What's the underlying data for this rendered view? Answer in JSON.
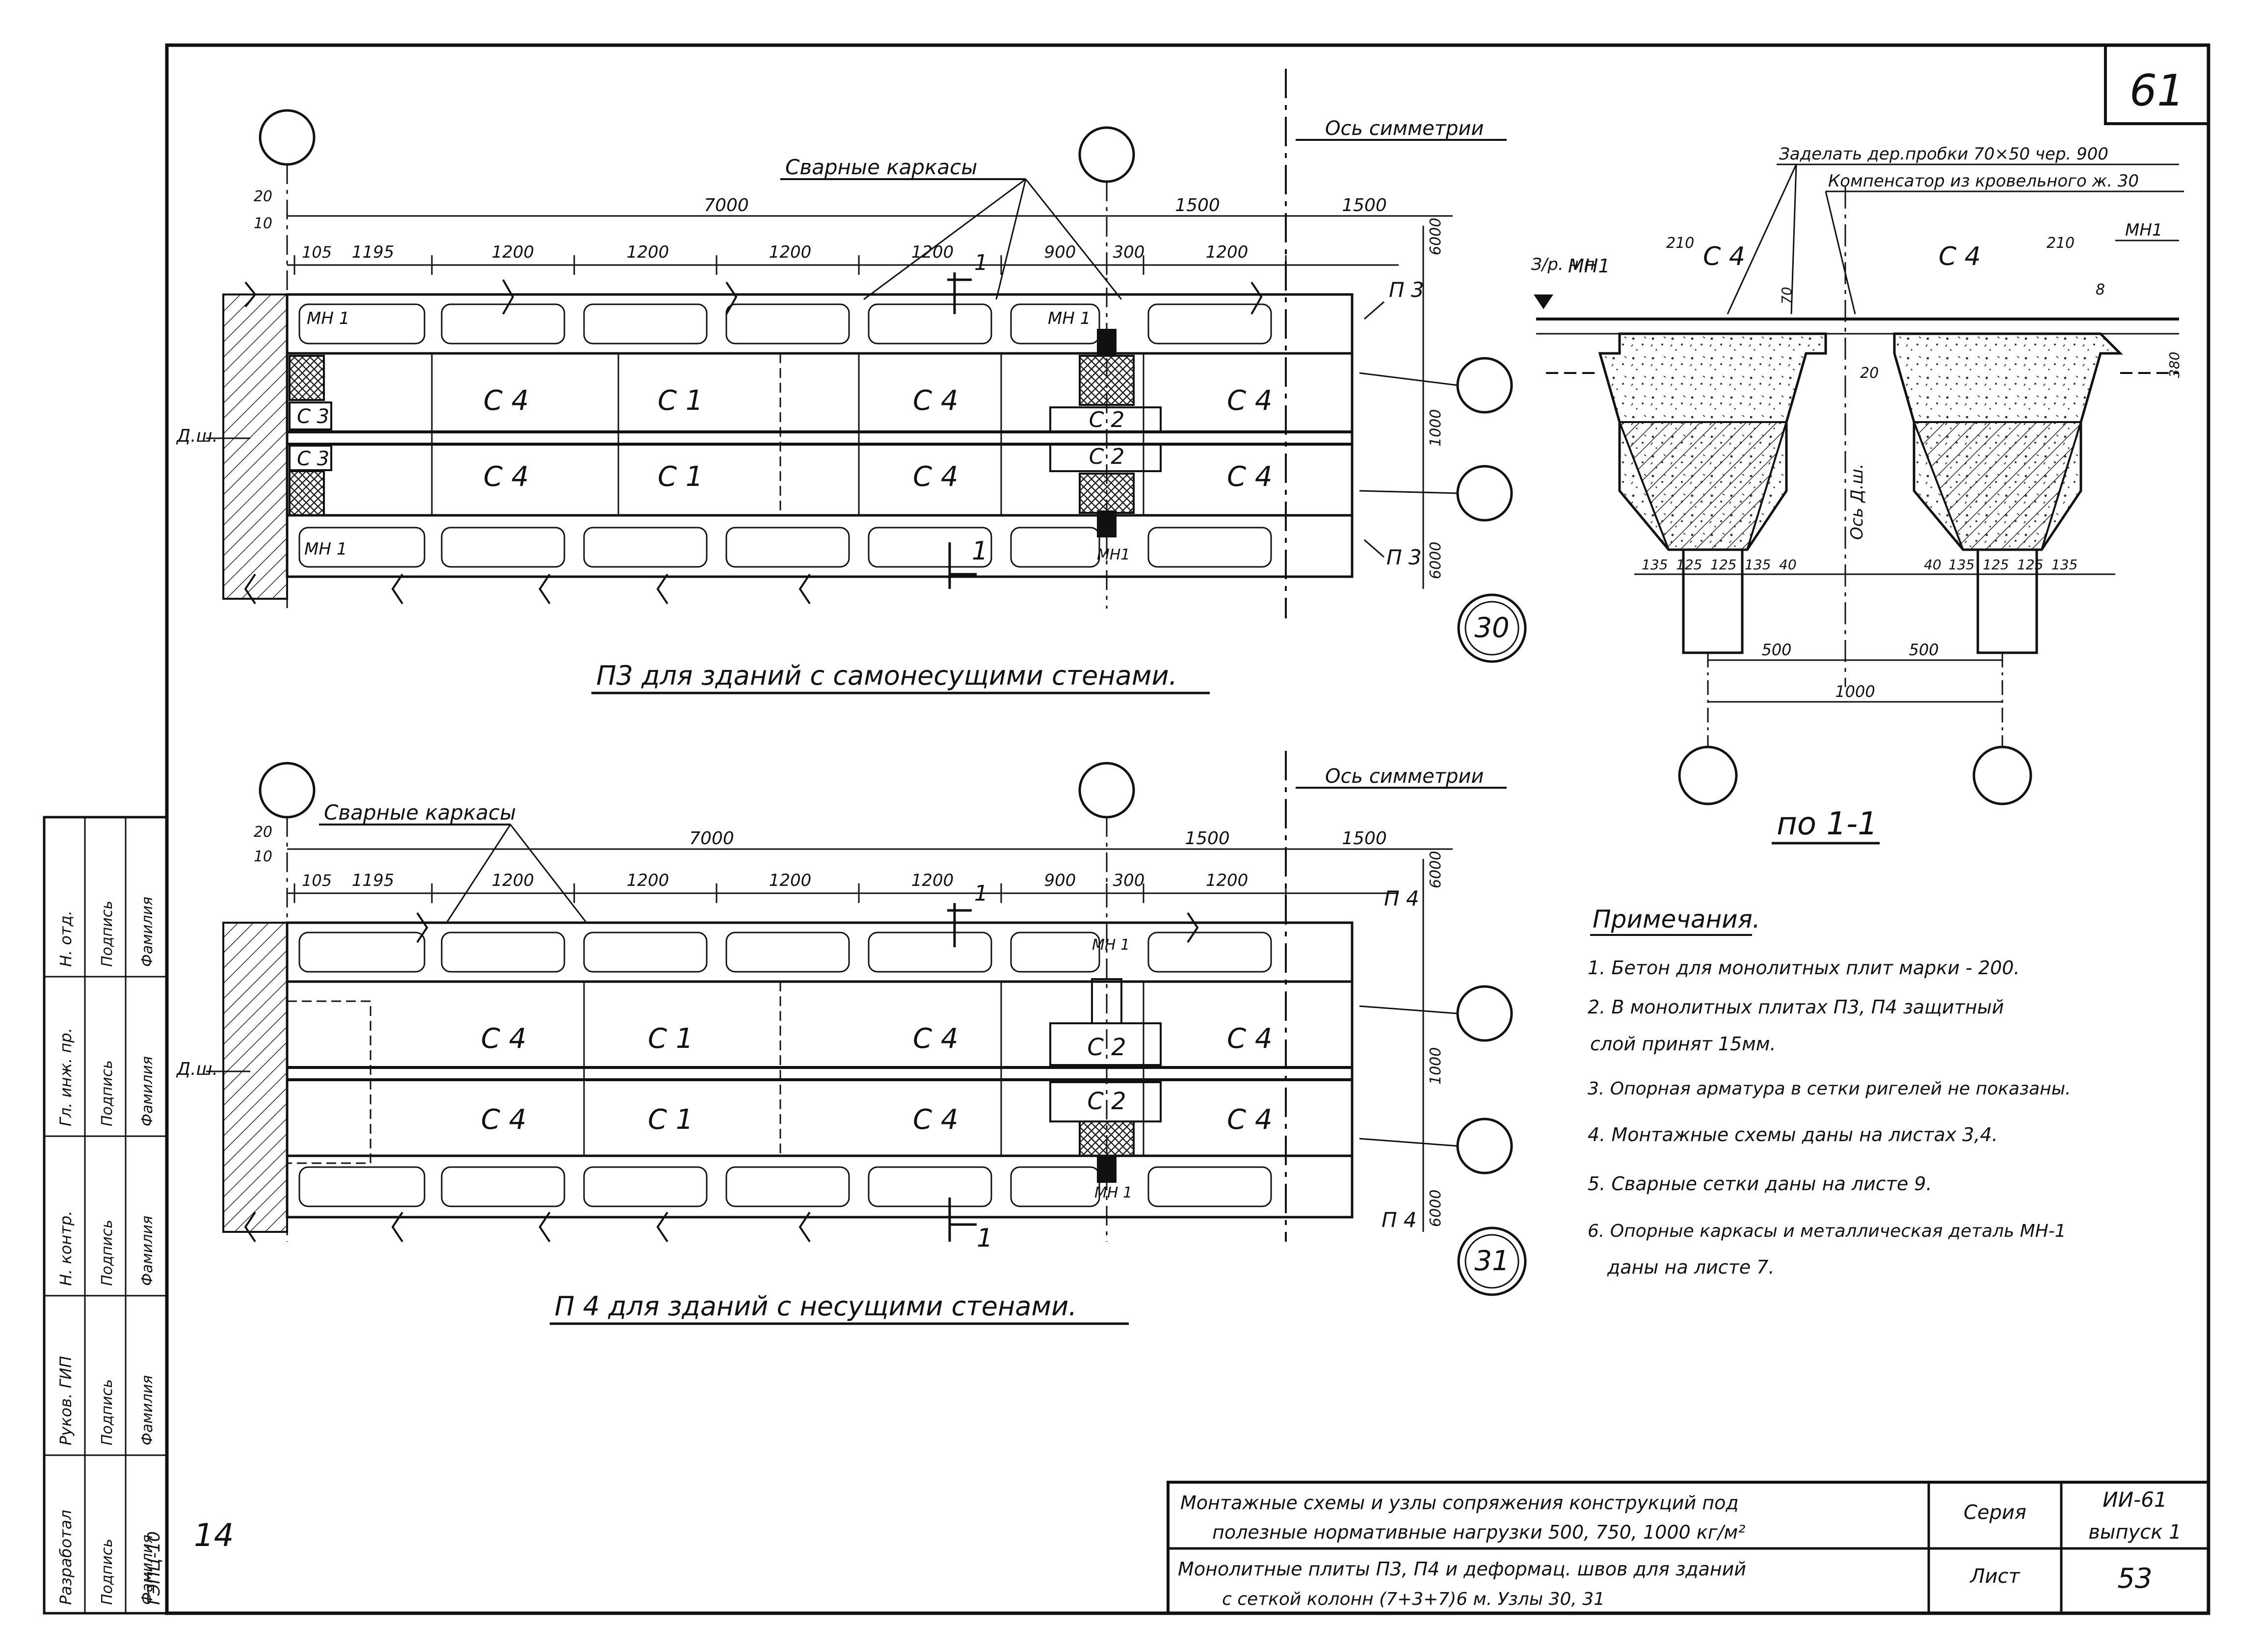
{
  "sheet": {
    "number": "61",
    "page_number": "14",
    "side_code": "ГЭПЦ-10"
  },
  "plan30": {
    "title": "П3 для зданий с самонесущими стенами.",
    "frames_label": "Сварные каркасы",
    "axis_label": "Ось симметрии",
    "dims_top": [
      "7000",
      "1500",
      "1500"
    ],
    "dims_row": [
      "105",
      "1195",
      "1200",
      "1200",
      "1200",
      "1200",
      "900",
      "300",
      "1200"
    ],
    "left_dims": [
      "20",
      "10"
    ],
    "wall_label": "Д.ш.",
    "elem_mn1_a": "МН 1",
    "elem_mn1_b": "МН 1",
    "elem_mn1_c": "МН 1",
    "elem_mn1_d": "МН1",
    "elem_p3_a": "П 3",
    "elem_p3_b": "П 3",
    "slab_labels": [
      "С 4",
      "С 1",
      "С 4",
      "С 4",
      "С 1",
      "С 4",
      "С 4",
      "С 4"
    ],
    "c3_a": "С 3",
    "c3_b": "С 3",
    "c2_a": "С 2",
    "c2_b": "С 2",
    "right_dims": [
      "6000",
      "1000",
      "6000"
    ],
    "section_mark": "1",
    "node": "30"
  },
  "plan31": {
    "title": "П 4 для зданий с несущими стенами.",
    "frames_label": "Сварные каркасы",
    "axis_label": "Ось симметрии",
    "dims_top": [
      "7000",
      "1500",
      "1500"
    ],
    "dims_row": [
      "105",
      "1195",
      "1200",
      "1200",
      "1200",
      "1200",
      "900",
      "300",
      "1200"
    ],
    "left_dims": [
      "20",
      "10"
    ],
    "wall_label": "Д.ш.",
    "elem_mn1_a": "МН 1",
    "elem_mn1_b": "МН 1",
    "elem_p4_a": "П 4",
    "elem_p4_b": "П 4",
    "slab_labels": [
      "С 4",
      "С 1",
      "С 4",
      "С 4",
      "С 4",
      "С 1",
      "С 4",
      "С 4"
    ],
    "c2_a": "С 2",
    "c2_b": "С 2",
    "right_dims": [
      "6000",
      "1000",
      "6000"
    ],
    "section_mark": "1",
    "node": "31"
  },
  "section": {
    "title": "по 1-1",
    "note_top_1": "Заделать дер.пробки 70×50 чер. 900",
    "note_top_2": "Компенсатор из кровельного ж. 30",
    "label_level": "З/р. ч.п",
    "label_mn1_left": "МН1",
    "label_mn1_right": "МН1",
    "label_c4_left": "С 4",
    "label_c4_right": "С 4",
    "dim_210_left": "210",
    "dim_210_right": "210",
    "dim_70": "70",
    "dim_20": "20",
    "dim_8": "8",
    "dim_380": "380",
    "axis_label": "Ось Д.ш.",
    "bottom_dims": [
      "135",
      "125",
      "125",
      "135",
      "40",
      "40",
      "135",
      "125",
      "125",
      "135"
    ],
    "dim_500_a": "500",
    "dim_500_b": "500",
    "dim_1000": "1000"
  },
  "notes": {
    "heading": "Примечания.",
    "items": [
      "1. Бетон для монолитных плит марки - 200.",
      "2. В монолитных плитах П3, П4 защитный",
      "слой принят 15мм.",
      "3. Опорная арматура в сетки ригелей не показаны.",
      "4. Монтажные схемы даны на листах 3,4.",
      "5. Сварные сетки даны на листе 9.",
      "6. Опорные каркасы и металлическая деталь МН-1",
      "даны на листе 7."
    ]
  },
  "title_block": {
    "desc_1": "Монтажные схемы и узлы сопряжения конструкций под",
    "desc_2": "полезные нормативные нагрузки 500, 750, 1000 кг/м²",
    "desc_3": "Монолитные плиты П3, П4 и деформац. швов для зданий",
    "desc_4": "с сеткой колонн (7+3+7)6 м. Узлы 30, 31",
    "series_label": "Серия",
    "series_value": "ИИ-61",
    "issue_value": "выпуск 1",
    "sheet_label": "Лист",
    "sheet_value": "53"
  },
  "stamp": {
    "roles": [
      "Разработал",
      "Руков. ГИП",
      "Н. контр.",
      "Гл. инж. пр.",
      "Н. отд."
    ],
    "signatures": [
      "Подпись",
      "Подпись",
      "Подпись",
      "Подпись",
      "Подпись"
    ],
    "names": [
      "Фамилия",
      "Фамилия",
      "Фамилия",
      "Фамилия",
      "Фамилия"
    ]
  }
}
